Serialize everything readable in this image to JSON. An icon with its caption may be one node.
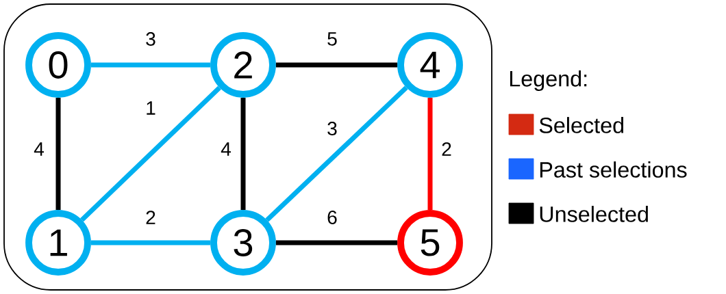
{
  "diagram": {
    "nodes": [
      {
        "text": [
          "0"
        ]
      },
      {
        "text": [
          "1"
        ]
      },
      {
        "text": [
          "2"
        ]
      },
      {
        "text": [
          "3"
        ]
      },
      {
        "text": [
          "4"
        ]
      },
      {
        "text": [
          "5"
        ]
      }
    ],
    "edges": [
      {
        "from": 0,
        "to": 2,
        "arrow": "none",
        "label": "3",
        "color": "#00b0f0"
      },
      {
        "from": 0,
        "to": 1,
        "arrow": "none",
        "label": "4",
        "color": "#000000"
      },
      {
        "from": 1,
        "to": 2,
        "arrow": "none",
        "label": "1",
        "color": "#00b0f0"
      },
      {
        "from": 2,
        "to": 4,
        "arrow": "none",
        "label": "5",
        "color": "#000000"
      },
      {
        "from": 2,
        "to": 3,
        "arrow": "none",
        "label": "4",
        "color": "#000000"
      },
      {
        "from": 3,
        "to": 4,
        "arrow": "none",
        "label": "3",
        "color": "#00b0f0"
      },
      {
        "from": 4,
        "to": 5,
        "arrow": "none",
        "label": "2",
        "color": "#ff0000"
      },
      {
        "from": 1,
        "to": 3,
        "arrow": "none",
        "label": "2",
        "color": "#00b0f0"
      },
      {
        "from": 3,
        "to": 5,
        "arrow": "none",
        "label": "6",
        "color": "#000000"
      }
    ],
    "labels": [
      "Legend:"
    ],
    "legend": [
      {
        "text": "Selected",
        "color": "#d42a12"
      },
      {
        "text": "Past selections",
        "color": "#1a66ff"
      },
      {
        "text": "Unselected",
        "color": "#000000"
      }
    ]
  }
}
